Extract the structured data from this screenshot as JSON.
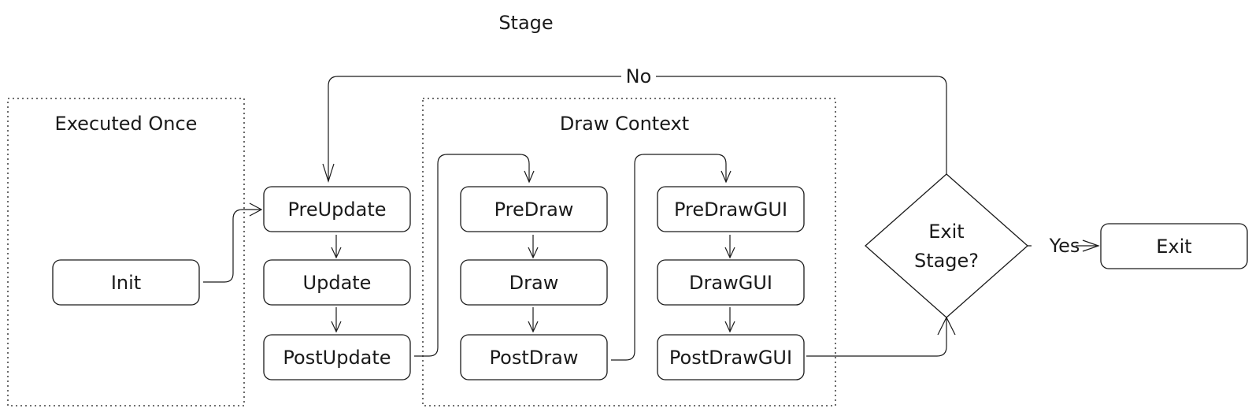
{
  "title": "Stage",
  "groups": {
    "executed_once": "Executed Once",
    "draw_context": "Draw Context"
  },
  "nodes": {
    "init": "Init",
    "pre_update": "PreUpdate",
    "update": "Update",
    "post_update": "PostUpdate",
    "pre_draw": "PreDraw",
    "draw": "Draw",
    "post_draw": "PostDraw",
    "pre_draw_gui": "PreDrawGUI",
    "draw_gui": "DrawGUI",
    "post_draw_gui": "PostDrawGUI",
    "decision_line1": "Exit",
    "decision_line2": "Stage?",
    "exit": "Exit"
  },
  "edges": {
    "no": "No",
    "yes": "Yes"
  }
}
